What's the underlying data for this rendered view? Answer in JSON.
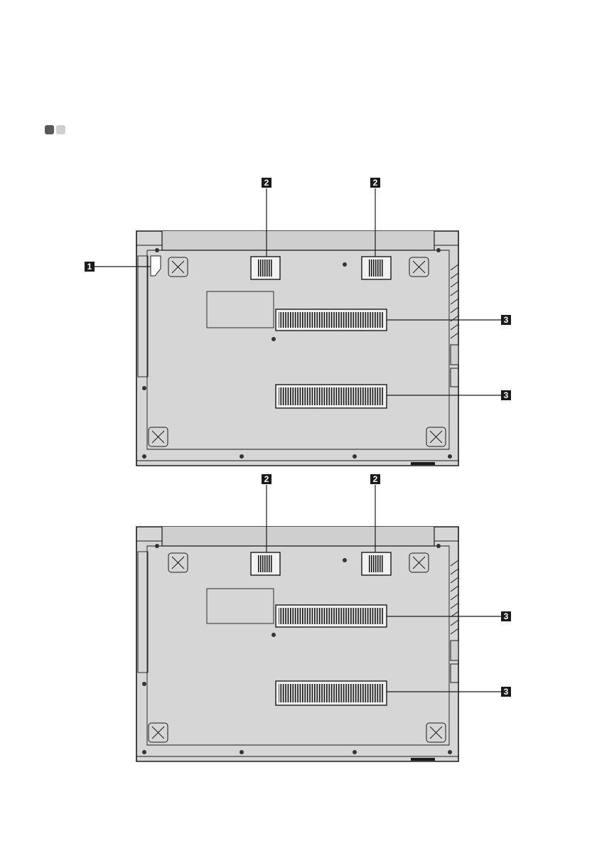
{
  "section_indicator": {
    "icon": "section-dots-icon",
    "colors": [
      "#595959",
      "#cfcfcf"
    ]
  },
  "diagrams": [
    {
      "view": "laptop-bottom-view-1",
      "callouts": [
        {
          "number": "1"
        },
        {
          "number": "2"
        },
        {
          "number": "2"
        },
        {
          "number": "3"
        },
        {
          "number": "3"
        }
      ]
    },
    {
      "view": "laptop-bottom-view-2",
      "callouts": [
        {
          "number": "2"
        },
        {
          "number": "2"
        },
        {
          "number": "3"
        },
        {
          "number": "3"
        }
      ]
    }
  ],
  "colors": {
    "panel": "#d4d4d4",
    "outline": "#1a1a1a",
    "callout_bg": "#1a1a1a",
    "callout_text": "#ffffff"
  }
}
